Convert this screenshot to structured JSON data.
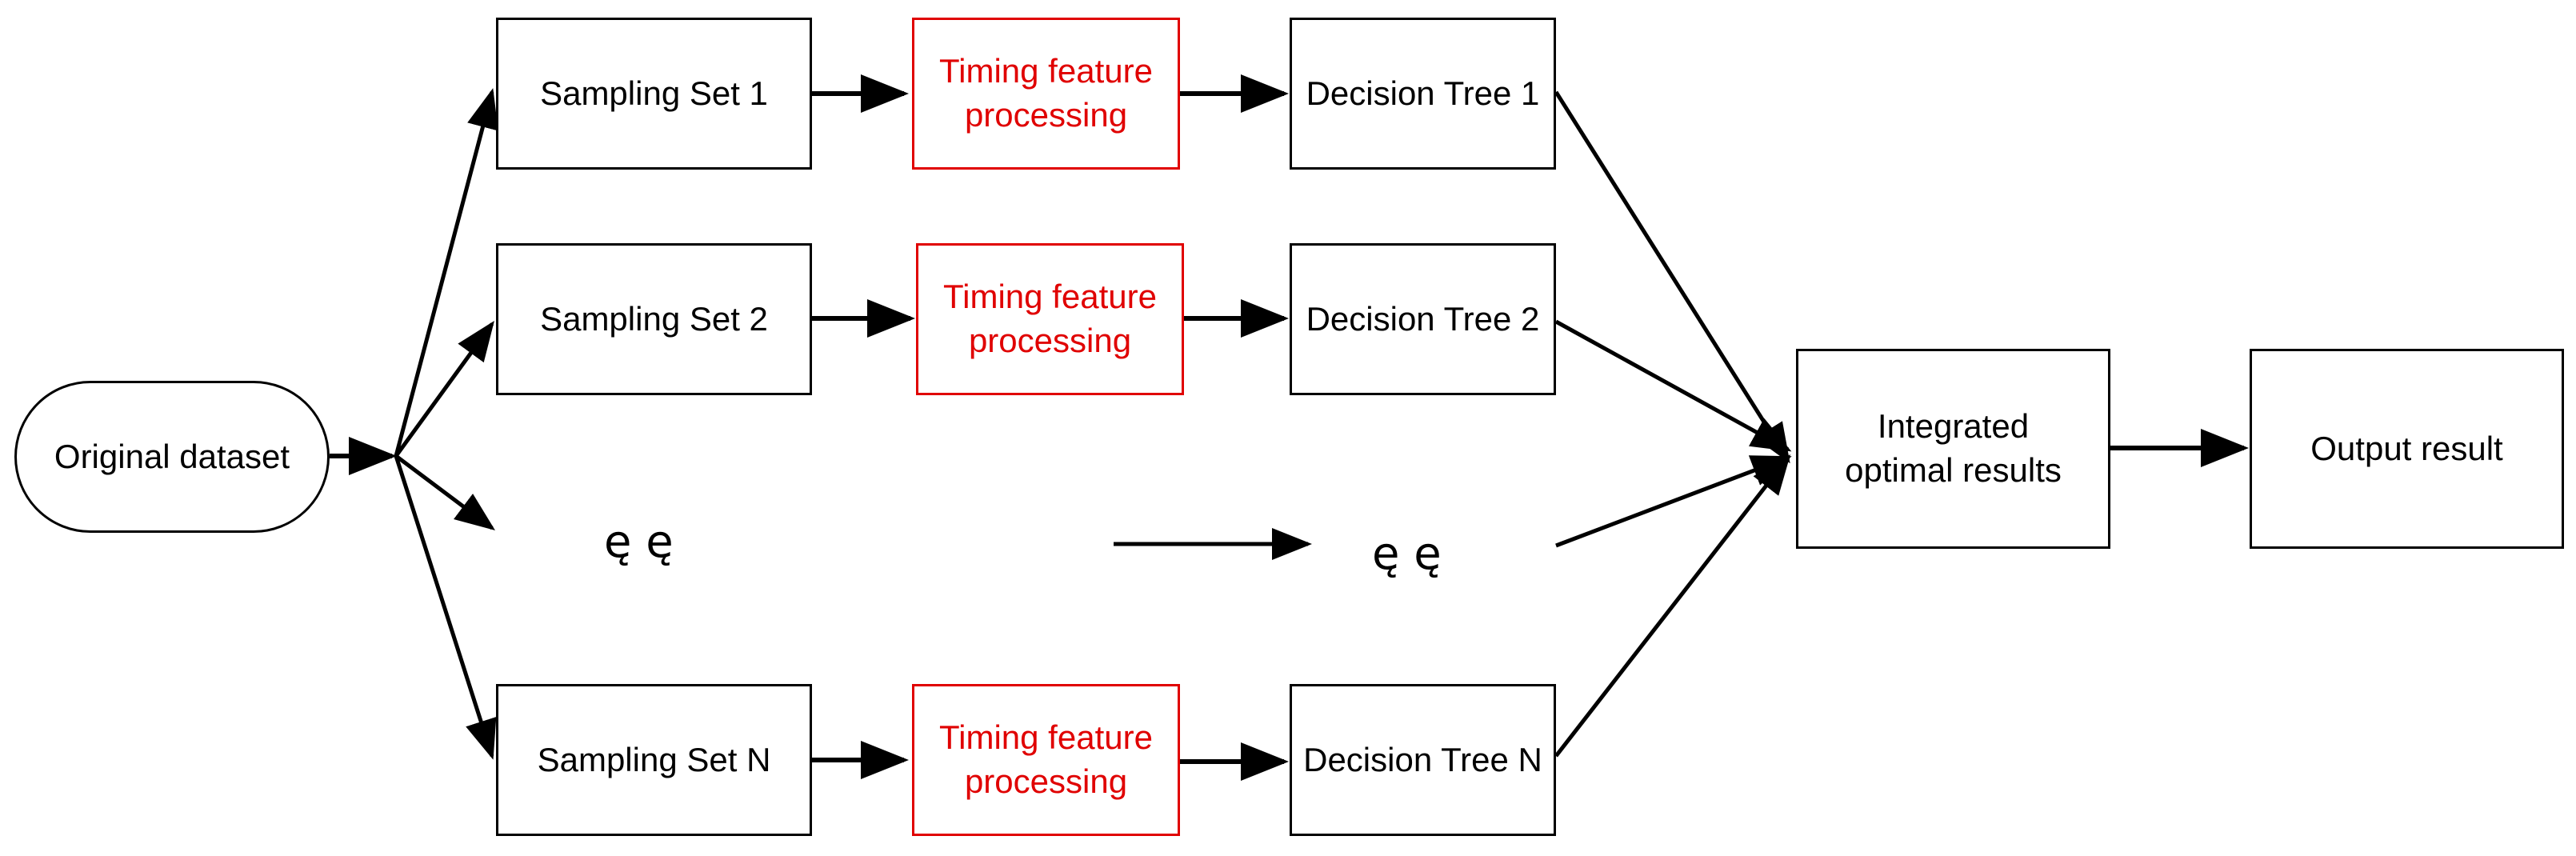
{
  "diagram": {
    "type": "flowchart",
    "colors": {
      "line": "#000000",
      "highlight": "#e00000"
    },
    "nodes": {
      "original": "Original dataset",
      "sampling_1": "Sampling Set 1",
      "sampling_2": "Sampling Set 2",
      "sampling_n": "Sampling Set N",
      "timing_1": "Timing feature\nprocessing",
      "timing_2": "Timing feature\nprocessing",
      "timing_n": "Timing feature\nprocessing",
      "tree_1": "Decision Tree 1",
      "tree_2": "Decision Tree 2",
      "tree_n": "Decision Tree N",
      "integrated": "Integrated\noptimal results",
      "output": "Output result"
    },
    "ellipsis_left": "ę ę",
    "ellipsis_right": "ę ę",
    "edges": [
      [
        "original",
        "sampling_1"
      ],
      [
        "original",
        "sampling_2"
      ],
      [
        "original",
        "ellipsis_left"
      ],
      [
        "original",
        "sampling_n"
      ],
      [
        "sampling_1",
        "timing_1"
      ],
      [
        "sampling_2",
        "timing_2"
      ],
      [
        "sampling_n",
        "timing_n"
      ],
      [
        "timing_1",
        "tree_1"
      ],
      [
        "timing_2",
        "tree_2"
      ],
      [
        "timing_n",
        "tree_n"
      ],
      [
        "ellipsis_left",
        "ellipsis_right"
      ],
      [
        "tree_1",
        "integrated"
      ],
      [
        "tree_2",
        "integrated"
      ],
      [
        "ellipsis_right",
        "integrated"
      ],
      [
        "tree_n",
        "integrated"
      ],
      [
        "integrated",
        "output"
      ]
    ]
  }
}
